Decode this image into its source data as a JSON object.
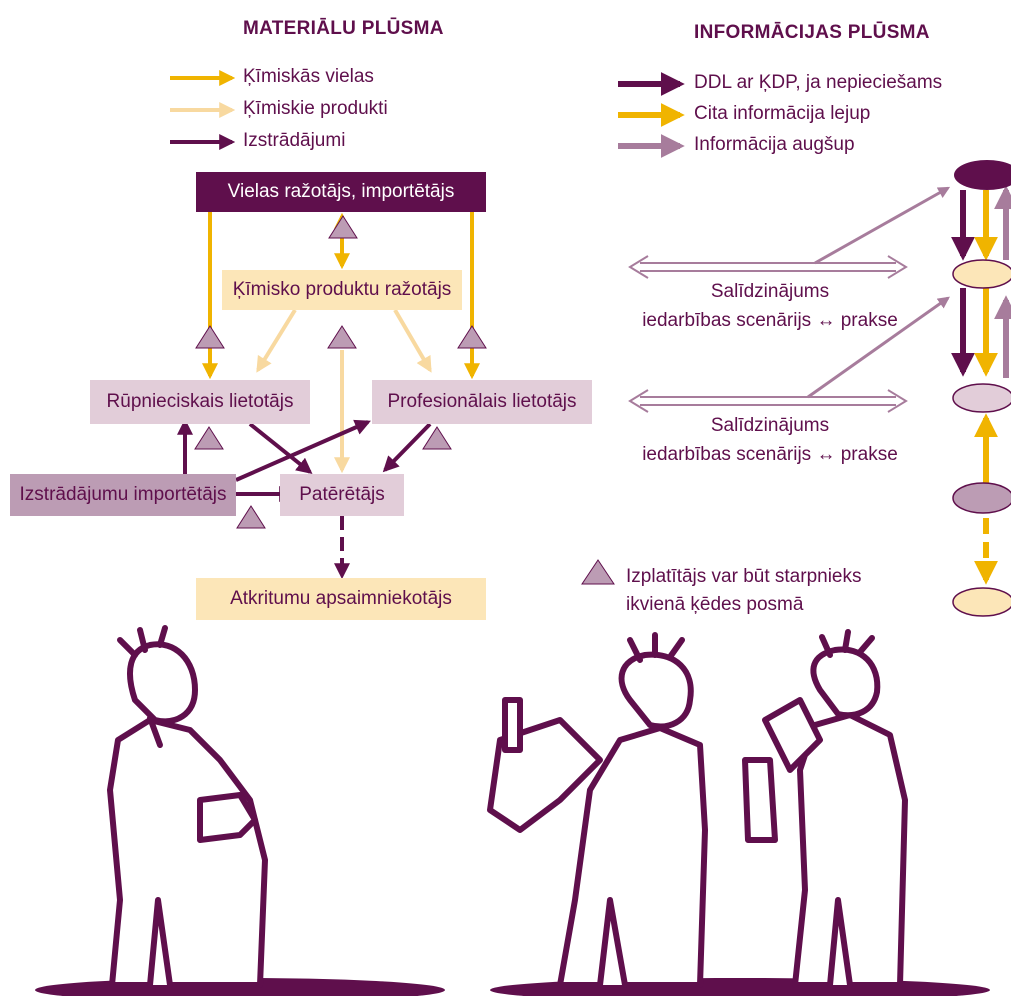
{
  "material_flow": {
    "title": "MATERIĀLU PLŪSMA",
    "legend": [
      {
        "label": "Ķīmiskās vielas",
        "color": "#f0b400"
      },
      {
        "label": "Ķīmiskie produkti",
        "color": "#f8d9a0"
      },
      {
        "label": "Izstrādājumi",
        "color": "#5f0f4c"
      }
    ],
    "nodes": {
      "substance_producer": "Vielas ražotājs, importētājs",
      "mixture_producer": "Ķīmisko produktu ražotājs",
      "industrial_user": "Rūpnieciskais lietotājs",
      "professional_user": "Profesionālais lietotājs",
      "article_importer": "Izstrādājumu importētājs",
      "consumer": "Patērētājs",
      "waste_manager": "Atkritumu apsaimniekotājs"
    }
  },
  "info_flow": {
    "title": "INFORMĀCIJAS PLŪSMA",
    "legend": [
      {
        "label": "DDL ar ĶDP, ja nepieciešams",
        "color": "#5f0f4c"
      },
      {
        "label": "Cita informācija lejup",
        "color": "#f0b400"
      },
      {
        "label": "Informācija augšup",
        "color": "#a77c9c"
      }
    ],
    "comparison_1": {
      "line1": "Salīdzinājums",
      "line2": "iedarbības scenārijs ↔ prakse"
    },
    "comparison_2": {
      "line1": "Salīdzinājums",
      "line2": "iedarbības scenārijs ↔ prakse"
    }
  },
  "distributor_note": {
    "line1": "Izplatītājs var būt starpnieks",
    "line2": "ikvienā ķēdes posmā"
  },
  "colors": {
    "dark": "#5f0f4c",
    "yellow": "#f0b400",
    "cream": "#fce6b8",
    "pale": "#e2cdd9",
    "mauve": "#bc9cb4",
    "light_mauve": "#a77c9c"
  }
}
